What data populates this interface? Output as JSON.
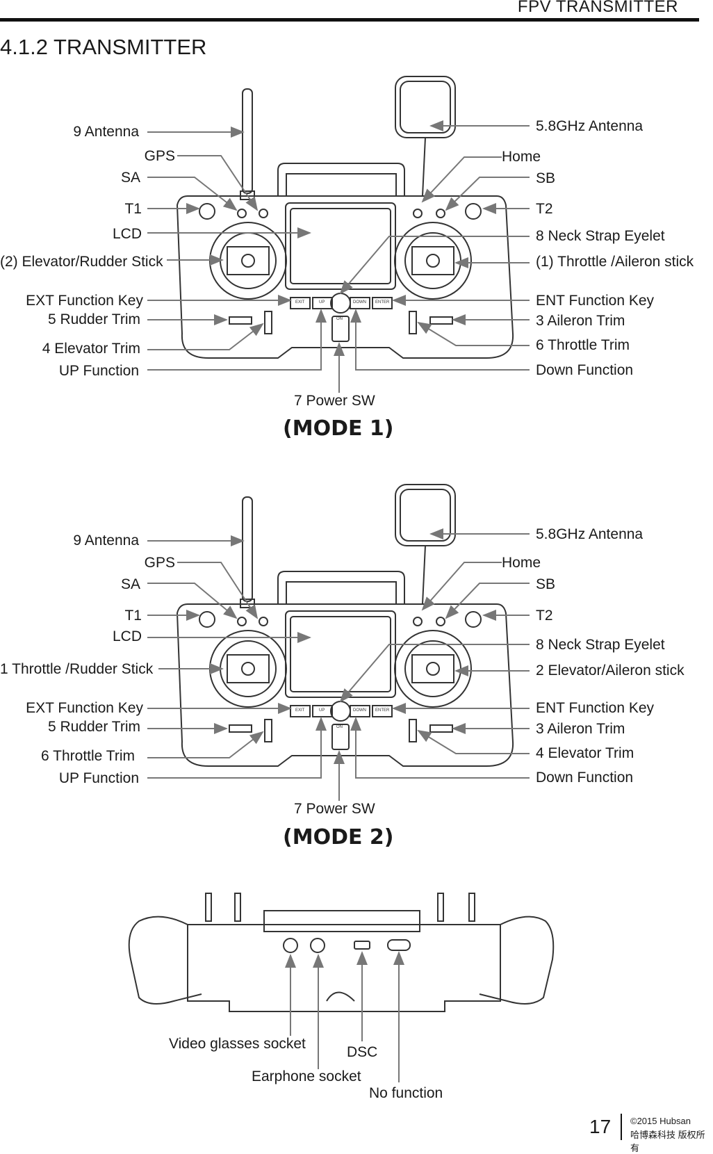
{
  "header": {
    "title": "FPV TRANSMITTER"
  },
  "section_title": "4.1.2 TRANSMITTER",
  "mode1": {
    "caption": "(MODE 1)",
    "left_labels": {
      "antenna": "9 Antenna",
      "gps": "GPS",
      "sa": "SA",
      "t1": "T1",
      "lcd": "LCD",
      "stick": "(2) Elevator/Rudder Stick",
      "ext": "EXT Function Key",
      "rudder_trim": "5 Rudder Trim",
      "trim2": "4 Elevator Trim",
      "up": "UP Function"
    },
    "right_labels": {
      "antenna58": "5.8GHz Antenna",
      "home": "Home",
      "sb": "SB",
      "t2": "T2",
      "neck": "8 Neck Strap Eyelet",
      "stick": "(1) Throttle /Aileron stick",
      "ent": "ENT Function Key",
      "aileron_trim": "3 Aileron Trim",
      "trim6": "6 Throttle Trim",
      "down": "Down Function"
    },
    "power": "7 Power SW"
  },
  "mode2": {
    "caption": "(MODE 2)",
    "left_labels": {
      "antenna": "9 Antenna",
      "gps": "GPS",
      "sa": "SA",
      "t1": "T1",
      "lcd": "LCD",
      "stick": "1 Throttle /Rudder Stick",
      "ext": "EXT Function Key",
      "rudder_trim": "5 Rudder Trim",
      "trim2": "6 Throttle Trim",
      "up": "UP Function"
    },
    "right_labels": {
      "antenna58": "5.8GHz Antenna",
      "home": "Home",
      "sb": "SB",
      "t2": "T2",
      "neck": "8 Neck Strap Eyelet",
      "stick": "2 Elevator/Aileron stick",
      "ent": "ENT Function Key",
      "aileron_trim": "3 Aileron Trim",
      "trim6": "4  Elevator Trim",
      "down": "Down Function"
    },
    "power": "7 Power SW"
  },
  "keys": {
    "exit": "EXIT",
    "up": "UP",
    "down": "DOWN",
    "enter": "ENTER",
    "on": "ON"
  },
  "bottom": {
    "video": "Video glasses socket",
    "earphone": "Earphone socket",
    "dsc": "DSC",
    "nofunc": "No function"
  },
  "footer": {
    "page": "17",
    "copyright": "©2015  Hubsan",
    "chinese": "哈博森科技   版权所有"
  }
}
